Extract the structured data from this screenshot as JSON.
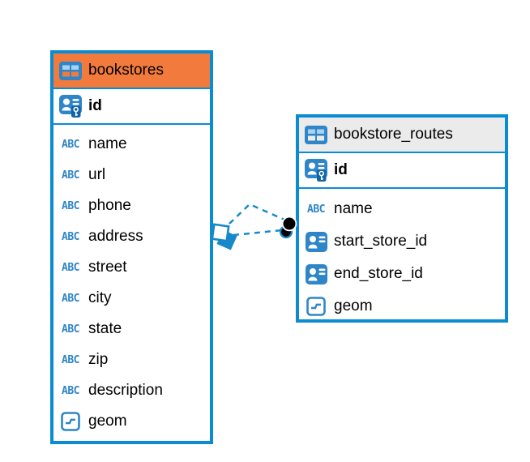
{
  "diagram": {
    "kind": "er-diagram",
    "colors": {
      "table_border_blue": "#0B8CD2",
      "icon_blue": "#2E86C8",
      "icon_light_blue": "#A8D2EF",
      "header_orange": "#F27A3D",
      "header_gray": "#EBEBEB",
      "connector_blue": "#1789CA",
      "text": "#000000"
    },
    "icons": {
      "text_glyph": "ABC"
    },
    "tables": {
      "bookstores": {
        "title": "bookstores",
        "header_color": "#F27A3D",
        "primary_key": {
          "label": "id",
          "type": "primary-key"
        },
        "fields": [
          {
            "label": "name",
            "type": "text"
          },
          {
            "label": "url",
            "type": "text"
          },
          {
            "label": "phone",
            "type": "text"
          },
          {
            "label": "address",
            "type": "text"
          },
          {
            "label": "street",
            "type": "text"
          },
          {
            "label": "city",
            "type": "text"
          },
          {
            "label": "state",
            "type": "text"
          },
          {
            "label": "zip",
            "type": "text"
          },
          {
            "label": "description",
            "type": "text"
          },
          {
            "label": "geom",
            "type": "geometry"
          }
        ]
      },
      "bookstore_routes": {
        "title": "bookstore_routes",
        "header_color": "#EBEBEB",
        "primary_key": {
          "label": "id",
          "type": "primary-key"
        },
        "fields": [
          {
            "label": "name",
            "type": "text"
          },
          {
            "label": "start_store_id",
            "type": "reference"
          },
          {
            "label": "end_store_id",
            "type": "reference"
          },
          {
            "label": "geom",
            "type": "geometry"
          }
        ]
      }
    },
    "relationships": [
      {
        "from": "bookstore_routes.start_store_id",
        "to": "bookstores.id",
        "style": "dashed"
      },
      {
        "from": "bookstore_routes.end_store_id",
        "to": "bookstores.id",
        "style": "dashed"
      }
    ]
  }
}
